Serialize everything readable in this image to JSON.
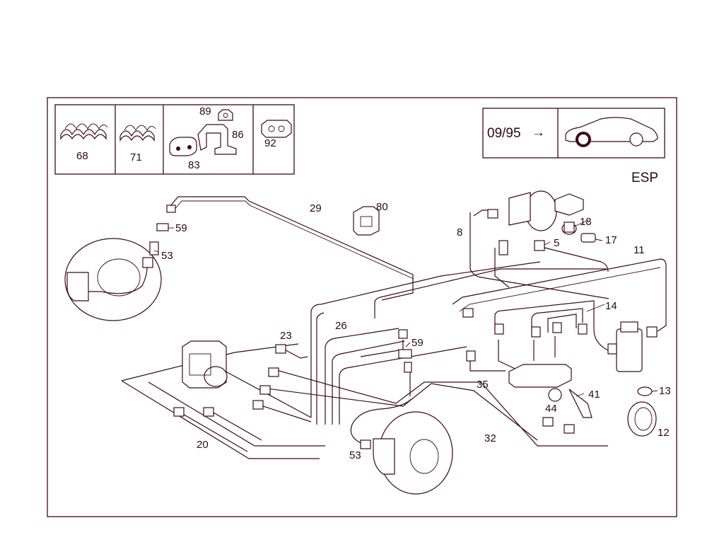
{
  "variant": "ESP",
  "date_marker": {
    "text": "09/95",
    "arrow": "→"
  },
  "kit_parts": [
    {
      "id": "68",
      "label": "68"
    },
    {
      "id": "71",
      "label": "71"
    },
    {
      "id": "89",
      "label": "89"
    },
    {
      "id": "86",
      "label": "86"
    },
    {
      "id": "83",
      "label": "83"
    },
    {
      "id": "92",
      "label": "92"
    }
  ],
  "callouts": [
    {
      "id": "29",
      "label": "29"
    },
    {
      "id": "80",
      "label": "80"
    },
    {
      "id": "59a",
      "label": "59"
    },
    {
      "id": "53a",
      "label": "53"
    },
    {
      "id": "8",
      "label": "8"
    },
    {
      "id": "18",
      "label": "18"
    },
    {
      "id": "17",
      "label": "17"
    },
    {
      "id": "5",
      "label": "5"
    },
    {
      "id": "11",
      "label": "11"
    },
    {
      "id": "14",
      "label": "14"
    },
    {
      "id": "23",
      "label": "23"
    },
    {
      "id": "26",
      "label": "26"
    },
    {
      "id": "59b",
      "label": "59"
    },
    {
      "id": "35",
      "label": "35"
    },
    {
      "id": "41",
      "label": "41"
    },
    {
      "id": "44",
      "label": "44"
    },
    {
      "id": "13",
      "label": "13"
    },
    {
      "id": "12",
      "label": "12"
    },
    {
      "id": "20",
      "label": "20"
    },
    {
      "id": "32",
      "label": "32"
    },
    {
      "id": "53b",
      "label": "53"
    }
  ],
  "colors": {
    "ink": "#3b0a14",
    "background": "#ffffff"
  }
}
